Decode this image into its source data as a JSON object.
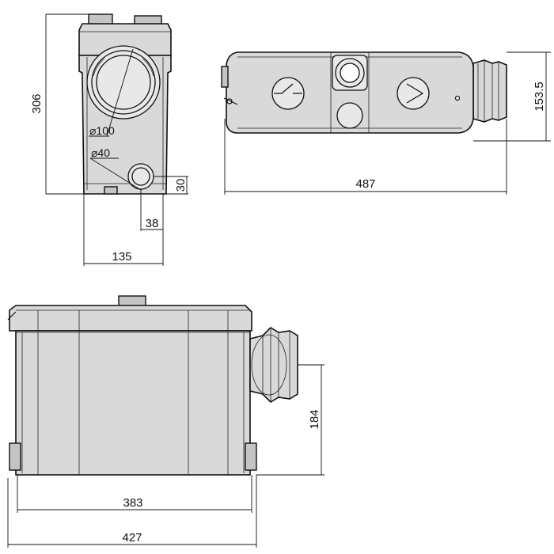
{
  "dimensions": {
    "front_height": "306",
    "front_width": "135",
    "outlet_offset": "38",
    "inlet_height": "30",
    "outlet_diameter": "⌀100",
    "inlet_diameter": "⌀40",
    "top_length": "487",
    "top_depth": "153.5",
    "side_length_inner": "383",
    "side_length_total": "427",
    "side_outlet_height": "184"
  },
  "colors": {
    "body": "#d9d9d9",
    "line": "#111111"
  }
}
